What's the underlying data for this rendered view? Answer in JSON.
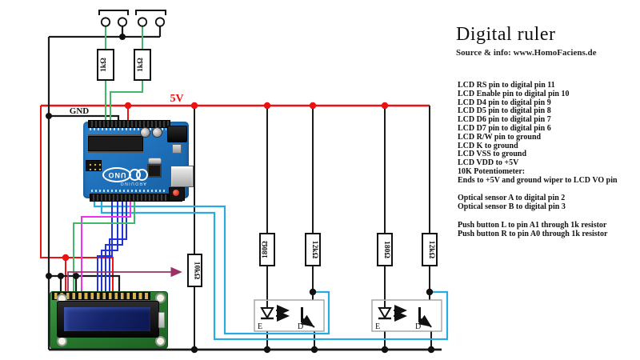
{
  "title": "Digital ruler",
  "subtitle": "Source & info: www.HomoFaciens.de",
  "notes": {
    "connections": [
      "LCD RS pin to digital pin 11",
      "LCD Enable pin to digital pin 10",
      "LCD D4 pin to digital pin 9",
      "LCD D5 pin to digital pin 8",
      "LCD D6 pin to digital pin 7",
      "LCD D7 pin to digital pin 6",
      "LCD R/W pin to ground",
      "LCD K to ground",
      "LCD VSS to ground",
      "LCD VDD to +5V",
      "10K Potentiometer:",
      "Ends to +5V and ground wiper to LCD VO pin"
    ],
    "optical": [
      "Optical sensor A to digital pin 2",
      "Optical sensor B to digital pin 3"
    ],
    "push_buttons": [
      "Push button L  to pin A1 through 1k resistor",
      "Push button R  to pin A0 through 1k resistor"
    ]
  },
  "labels": {
    "v5": "5V",
    "gnd": "GND",
    "opto1_e": "E",
    "opto1_d": "D",
    "opto2_e": "E",
    "opto2_d": "D"
  },
  "resistors": {
    "button_left": "1kΩ",
    "button_right": "1kΩ",
    "pot": "10kΩ",
    "opto1_led": "180Ω",
    "opto1_collector": "12kΩ",
    "opto2_led": "180Ω",
    "opto2_collector": "12kΩ"
  },
  "arduino": {
    "uno": "UNO",
    "brand": "ARDUINO"
  },
  "colors": {
    "wire_5v": "#ee1111",
    "wire_ground": "#1a1a1a",
    "wire_signal_blue": "#2233dd",
    "wire_sensor_cyan": "#29abe2",
    "wire_button_green": "#42b86a",
    "wire_enable_magenta": "#ee33ee",
    "wire_contrast_purple": "#993366"
  }
}
